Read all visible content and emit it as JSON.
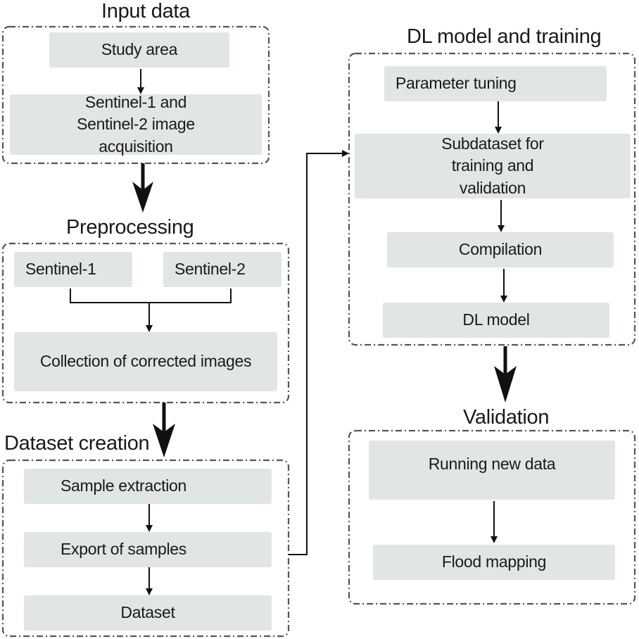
{
  "sections": {
    "input": {
      "title": "Input data",
      "steps": [
        "Study area",
        "Sentinel-1 and Sentinel-2 image acquisition"
      ]
    },
    "preprocessing": {
      "title": "Preprocessing",
      "sources": [
        "Sentinel-1",
        "Sentinel-2"
      ],
      "output": "Collection of corrected images"
    },
    "dataset": {
      "title": "Dataset creation",
      "steps": [
        "Sample extraction",
        "Export of samples",
        "Dataset"
      ]
    },
    "dl_model": {
      "title": "DL model and training",
      "steps": [
        "Parameter tuning",
        "Subdataset for training and validation",
        "Compilation",
        "DL model"
      ]
    },
    "validation": {
      "title": "Validation",
      "steps": [
        "Running new data",
        "Flood mapping"
      ]
    }
  },
  "style": {
    "box_fill": "#e1e5e6",
    "border_color": "#555555",
    "arrow_color": "#111111"
  }
}
